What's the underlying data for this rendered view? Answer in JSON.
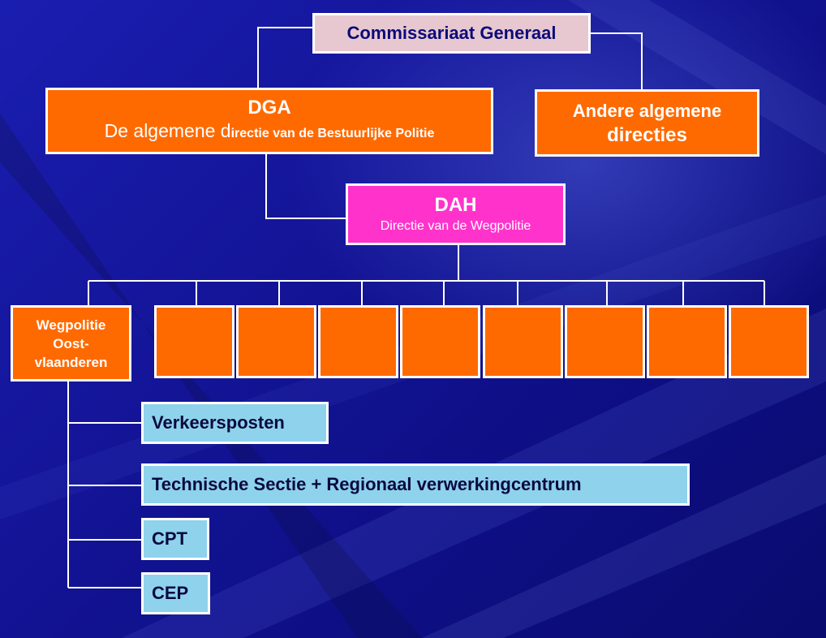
{
  "commissariaat": {
    "label": "Commissariaat Generaal"
  },
  "dga": {
    "title": "DGA",
    "subtitle_lead": "De algemene d",
    "subtitle_rest": "irectie van de Bestuurlijke Politie"
  },
  "andere": {
    "line1": "Andere algemene",
    "line2": "directies"
  },
  "dah": {
    "title": "DAH",
    "subtitle": "Directie van de Wegpolitie"
  },
  "wegpolitie": {
    "line1": "Wegpolitie",
    "line2": "Oost-",
    "line3": "vlaanderen"
  },
  "units": [
    "Verkeersposten",
    "Technische Sectie + Regionaal verwerkingcentrum",
    "CPT",
    "CEP"
  ],
  "colors": {
    "orange": "#ff6a00",
    "magenta": "#ff33cc",
    "light_blue": "#8fd2ec",
    "pink": "#e8c8d0",
    "navy": "#0e0f86"
  }
}
